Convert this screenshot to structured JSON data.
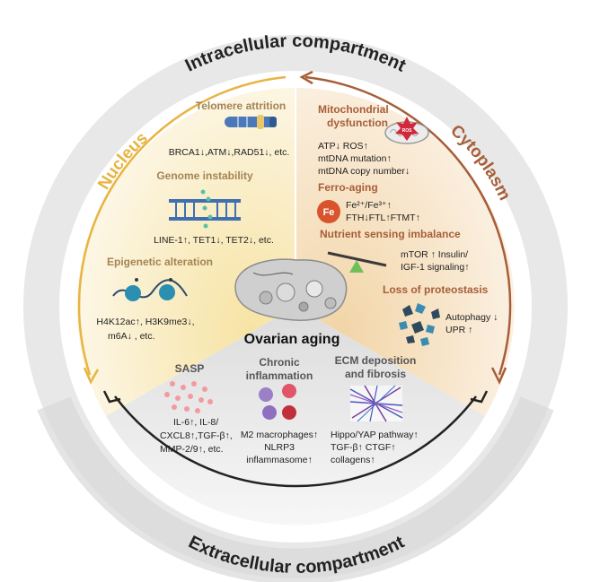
{
  "compartments": {
    "intracellular": "Intracellular compartment",
    "extracellular": "Extracellular compartment"
  },
  "regions": {
    "nucleus": "Nucleus",
    "cytoplasm": "Cytoplasm"
  },
  "center": {
    "title": "Ovarian aging"
  },
  "nucleus_sections": {
    "telomere": {
      "title": "Telomere attrition",
      "lines": [
        "BRCA1↓,ATM↓,RAD51↓, etc."
      ]
    },
    "genome": {
      "title": "Genome instability",
      "lines": [
        "LINE-1↑, TET1↓, TET2↓, etc."
      ]
    },
    "epigenetic": {
      "title": "Epigenetic alteration",
      "lines": [
        "H4K12ac↑, H3K9me3↓,",
        "m6A↓ , etc."
      ]
    }
  },
  "cytoplasm_sections": {
    "mito": {
      "title": [
        "Mitochondrial",
        "dysfunction"
      ],
      "lines": [
        "ATP↓ ROS↑",
        "mtDNA mutation↑",
        "mtDNA copy number↓"
      ],
      "icon_label": "ROS"
    },
    "ferro": {
      "title": "Ferro-aging",
      "lines": [
        "Fe²⁺/Fe³⁺↑",
        "FTH↓FTL↑FTMT↑"
      ],
      "icon_label": "Fe"
    },
    "nutrient": {
      "title": "Nutrient sensing imbalance",
      "lines": [
        "mTOR ↑ Insulin/",
        "IGF-1 signaling↑"
      ]
    },
    "proteo": {
      "title": "Loss of proteostasis",
      "lines": [
        "Autophagy ↓",
        "UPR ↑"
      ]
    }
  },
  "extracellular_sections": {
    "sasp": {
      "title": "SASP",
      "lines": [
        "IL-6↑, IL-8/",
        "CXCL8↑,TGF-β↑,",
        "MMP-2/9↑, etc."
      ]
    },
    "inflammation": {
      "title": [
        "Chronic",
        "inflammation"
      ],
      "lines": [
        "M2 macrophages↑",
        "NLRP3",
        "inflammasome↑"
      ]
    },
    "ecm": {
      "title": [
        "ECM deposition",
        "and fibrosis"
      ],
      "lines": [
        "Hippo/YAP pathway↑",
        "TGF-β↑ CTGF↑",
        "collagens↑"
      ]
    }
  },
  "colors": {
    "nucleus_accent": "#e8b442",
    "cytoplasm_accent": "#a75e38",
    "outer_ring": "#e6e6e6",
    "nucleus_fill": "#faf3de",
    "cytoplasm_fill": "#f8ead7",
    "extracellular_fill": "#ececec"
  }
}
